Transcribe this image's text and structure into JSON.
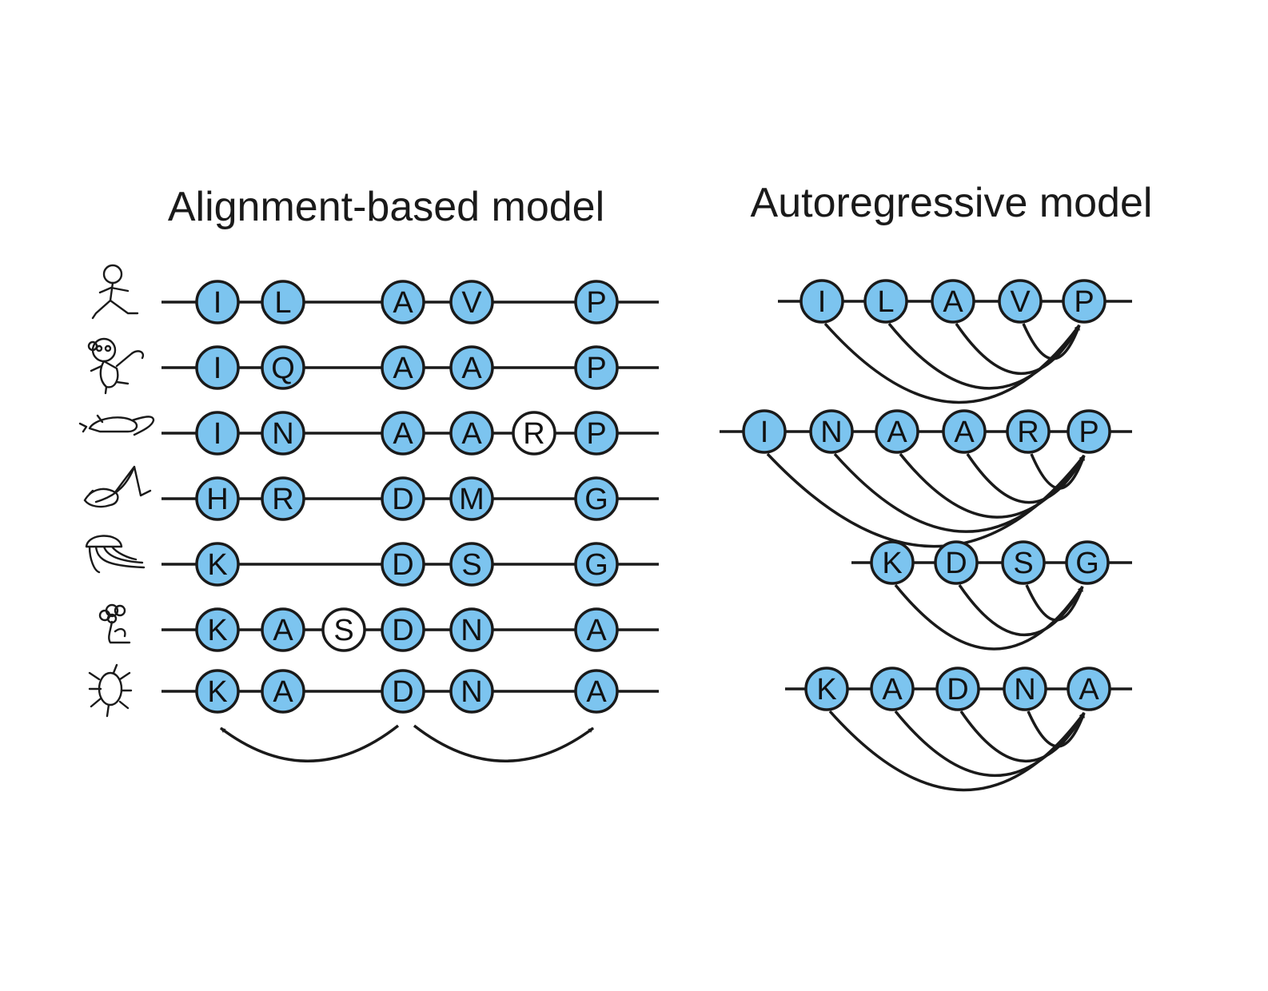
{
  "titles": {
    "alignment": "Alignment-based model",
    "autoregressive": "Autoregressive model"
  },
  "colors": {
    "residue_fill": "#7cc4ef",
    "inserted_fill": "#ffffff",
    "outline": "#1a1a1a"
  },
  "organisms": [
    "human-icon",
    "monkey-icon",
    "mouse-icon",
    "bird-icon",
    "jellyfish-icon",
    "flower-icon",
    "bacterium-icon"
  ],
  "alignment": {
    "rows": [
      [
        "I",
        "L",
        "",
        "A",
        "V",
        "",
        "P"
      ],
      [
        "I",
        "Q",
        "",
        "A",
        "A",
        "",
        "P"
      ],
      [
        "I",
        "N",
        "",
        "A",
        "A",
        "R*",
        "P"
      ],
      [
        "H",
        "R",
        "",
        "D",
        "M",
        "",
        "G"
      ],
      [
        "K",
        "",
        "",
        "D",
        "S",
        "",
        "G"
      ],
      [
        "K",
        "A",
        "S*",
        "D",
        "N",
        "",
        "A"
      ],
      [
        "K",
        "A",
        "",
        "D",
        "N",
        "",
        "A"
      ]
    ],
    "arcs": [
      {
        "row": 6,
        "from": 3,
        "to": 0
      },
      {
        "row": 6,
        "from": 3,
        "to": 6
      }
    ]
  },
  "autoregressive": {
    "rows": [
      [
        "I",
        "L",
        "A",
        "V",
        "P"
      ],
      [
        "I",
        "N",
        "A",
        "A",
        "R",
        "P"
      ],
      [
        "K",
        "D",
        "S",
        "G"
      ],
      [
        "K",
        "A",
        "D",
        "N",
        "A"
      ]
    ]
  }
}
